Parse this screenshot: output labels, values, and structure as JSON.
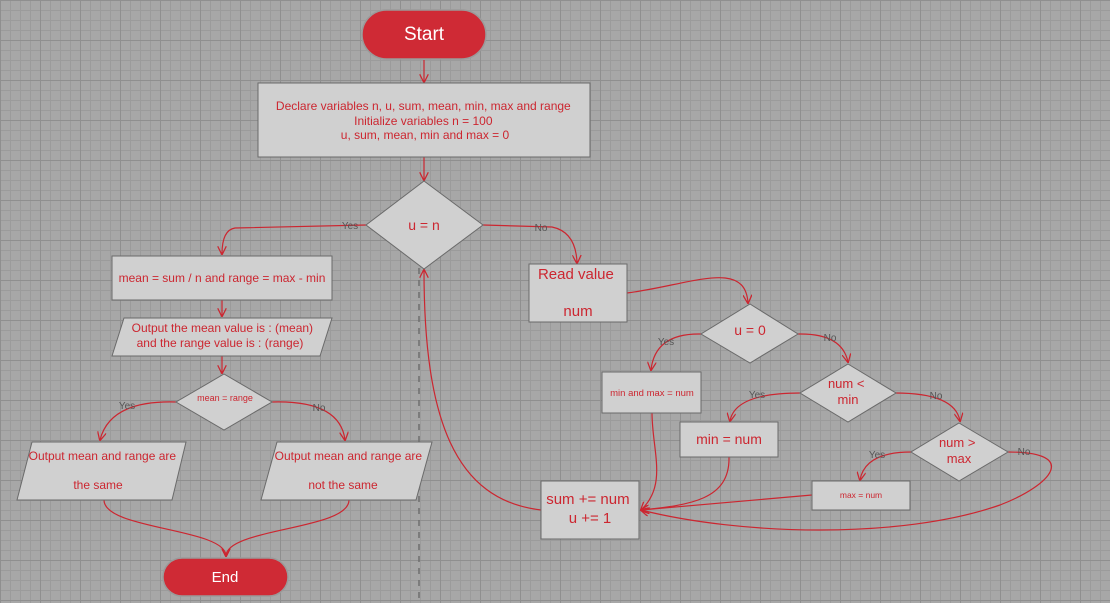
{
  "colors": {
    "accent": "#cc2630",
    "terminal_fill": "#cf2a35",
    "shape_fill": "#d0d0d0",
    "grid_background": "#a7a7a7"
  },
  "nodes": {
    "start": "Start",
    "declare": [
      "Declare variables n, u, sum, mean, min, max and range",
      "Initialize variables n = 100",
      "u, sum, mean, min and max = 0"
    ],
    "decision_u_n": "u = n",
    "compute": "mean = sum / n and range = max - min",
    "output_mean": [
      "Output the mean value is : (mean)",
      "and  the range value is : (range)"
    ],
    "decision_mean_range": "mean = range",
    "output_same": [
      "Output mean and range are",
      "the same"
    ],
    "output_not_same": [
      "Output mean and range are",
      "not the same"
    ],
    "end": "End",
    "read": [
      "Read value",
      "num"
    ],
    "decision_u_0": "u = 0",
    "min_max_num": "min and max = num",
    "decision_num_min": [
      "num <",
      "min"
    ],
    "min_num": "min = num",
    "decision_num_max": [
      "num >",
      "max"
    ],
    "max_num": "max = num",
    "update": [
      "sum += num",
      "u += 1"
    ]
  },
  "edge_labels": {
    "yes": "Yes",
    "no": "No"
  }
}
